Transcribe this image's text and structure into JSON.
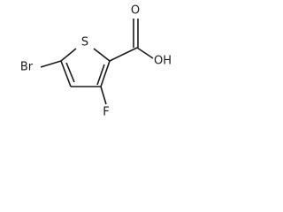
{
  "molecule": {
    "atoms": {
      "sulfur": "S",
      "bromine": "Br",
      "fluorine": "F",
      "carbonyl_oxygen": "O",
      "hydroxyl": "OH"
    }
  },
  "colors": {
    "ink": "#1a1a1a",
    "background": "#ffffff"
  }
}
